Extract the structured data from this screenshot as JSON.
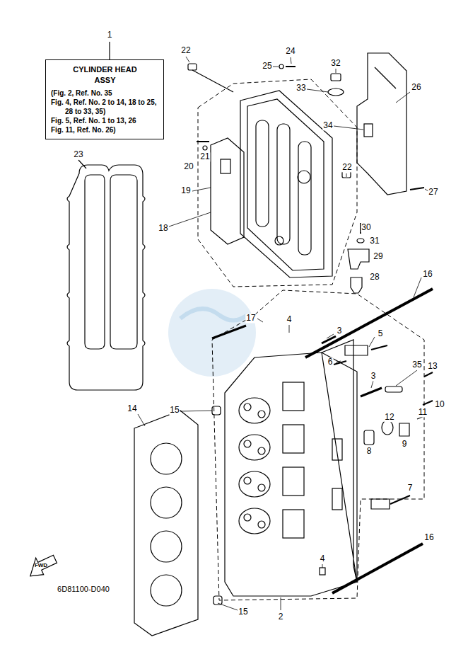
{
  "diagram": {
    "nodes": [
      {
        "text": [
          "CYLINDER HEAD ASSY",
          "(Fig. 2, Ref. No. 35",
          "Fig. 4, Ref. No. 2 to 14, 18 to 25, 28 to 33, 35)",
          "Fig. 5, Ref. No. 1 to 13, 26",
          "Fig. 11, Ref. No. 26)"
        ]
      }
    ],
    "labels": [
      "1",
      "22",
      "24",
      "25",
      "32",
      "33",
      "26",
      "34",
      "22",
      "27",
      "23",
      "20",
      "21",
      "19",
      "18",
      "30",
      "31",
      "29",
      "28",
      "16",
      "17",
      "4",
      "3",
      "5",
      "6",
      "35",
      "13",
      "10",
      "11",
      "9",
      "12",
      "8",
      "14",
      "15",
      "3",
      "7",
      "16",
      "4",
      "15",
      "2",
      "FWD",
      "6D81100-D040"
    ]
  }
}
